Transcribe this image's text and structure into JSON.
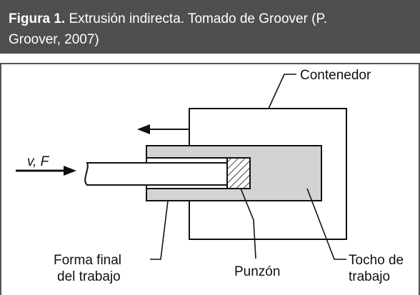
{
  "caption": {
    "label": "Figura 1.",
    "text_line1": "Extrusión indirecta. Tomado de Groover (P.",
    "text_line2": "Groover, 2007)"
  },
  "diagram": {
    "labels": {
      "contenedor": "Contenedor",
      "velocity_force": "v, F",
      "forma_line1": "Forma final",
      "forma_line2": "del trabajo",
      "punzon": "Punzón",
      "tocho_line1": "Tocho de",
      "tocho_line2": "trabajo"
    },
    "colors": {
      "caption_bg": "#4f4f50",
      "fill_gray": "#d3d3d3",
      "line": "#111111"
    }
  }
}
